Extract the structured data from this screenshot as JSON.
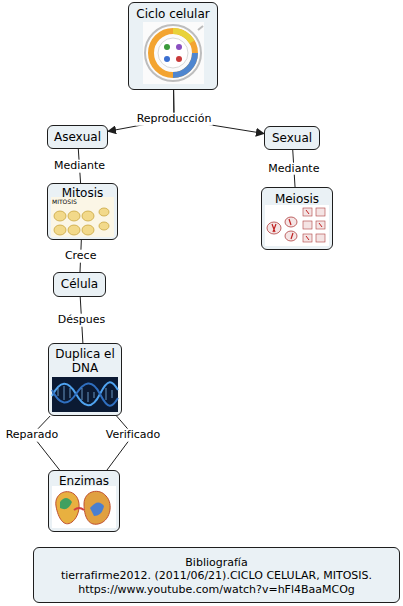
{
  "diagram": {
    "nodes": [
      {
        "text": [
          "Ciclo celular"
        ]
      },
      {
        "text": [
          "Asexual"
        ]
      },
      {
        "text": [
          "Sexual"
        ]
      },
      {
        "text": [
          "Mitosis"
        ]
      },
      {
        "text": [
          "Meiosis"
        ]
      },
      {
        "text": [
          "Célula"
        ]
      },
      {
        "text": [
          "Duplica el DNA"
        ]
      },
      {
        "text": [
          "Enzimas"
        ]
      },
      {
        "text": [
          "Bibliografía",
          "tierrafirme2012. (2011/06/21).CICLO CELULAR, MITOSIS. https://www.youtube.com/watch?v=hFl4BaaMCOg"
        ]
      }
    ],
    "edges": [
      {
        "from": 0,
        "to": 1,
        "label": "Reproducción",
        "arrow": "to"
      },
      {
        "from": 0,
        "to": 2,
        "arrow": "to"
      },
      {
        "from": 1,
        "to": 3,
        "label": "Mediante",
        "arrow": "none"
      },
      {
        "from": 2,
        "to": 4,
        "label": "Mediante",
        "arrow": "none"
      },
      {
        "from": 3,
        "to": 5,
        "label": "Crece",
        "arrow": "none"
      },
      {
        "from": 5,
        "to": 6,
        "label": "Déspues",
        "arrow": "none"
      },
      {
        "from": 6,
        "to": 7,
        "label": "Reparado",
        "arrow": "none"
      },
      {
        "from": 6,
        "to": 7,
        "label": "Verificado",
        "arrow": "none"
      }
    ],
    "labels": [
      "MITOSIS"
    ]
  }
}
